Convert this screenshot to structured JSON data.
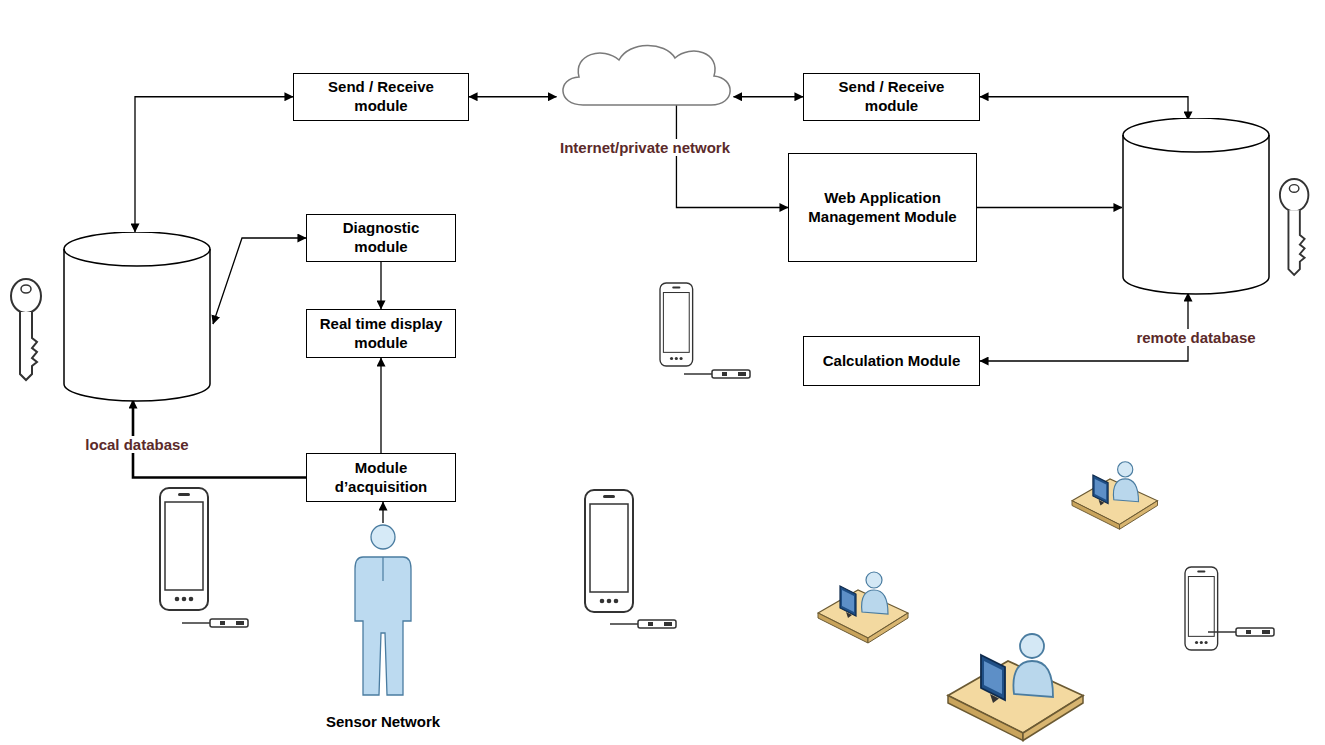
{
  "diagram": {
    "nodes": [
      {
        "text": [
          "Send / Receive module"
        ]
      },
      {
        "text": [
          "Internet/private network"
        ]
      },
      {
        "text": [
          "Send / Receive module"
        ]
      },
      {
        "text": [
          "Diagnostic module"
        ]
      },
      {
        "text": [
          "Web Application Management Module"
        ]
      },
      {
        "text": [
          "remote database"
        ]
      },
      {
        "text": [
          "local database"
        ]
      },
      {
        "text": [
          "Real time display module"
        ]
      },
      {
        "text": [
          "Calculation Module"
        ]
      },
      {
        "text": [
          "Module d’acquisition"
        ]
      },
      {
        "text": [
          "Sensor Network"
        ]
      }
    ],
    "edges": [
      {
        "from": 6,
        "to": 0,
        "arrow": "both"
      },
      {
        "from": 0,
        "to": 1,
        "arrow": "both"
      },
      {
        "from": 1,
        "to": 2,
        "arrow": "both"
      },
      {
        "from": 2,
        "to": 5,
        "arrow": "both"
      },
      {
        "from": 1,
        "to": 4,
        "arrow": "to"
      },
      {
        "from": 4,
        "to": 5,
        "arrow": "to"
      },
      {
        "from": 5,
        "to": 8,
        "arrow": "both"
      },
      {
        "from": 6,
        "to": 3,
        "arrow": "both"
      },
      {
        "from": 3,
        "to": 7,
        "arrow": "to"
      },
      {
        "from": 9,
        "to": 7,
        "arrow": "to"
      },
      {
        "from": 9,
        "to": 6,
        "arrow": "to"
      },
      {
        "from": 10,
        "to": 9,
        "arrow": "to"
      }
    ]
  }
}
